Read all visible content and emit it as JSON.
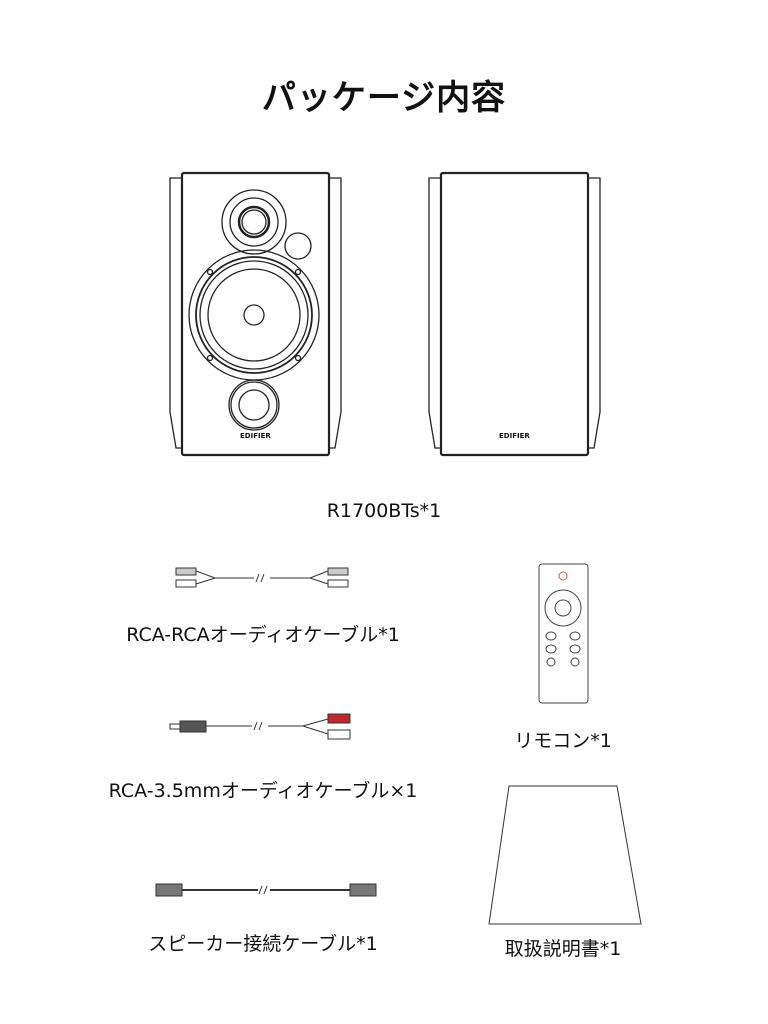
{
  "title": "パッケージ内容",
  "items": {
    "speakers": {
      "label": "R1700BTs*1",
      "brand": "EDIFIER"
    },
    "rca_cable": {
      "label": "RCA-RCAオーディオケーブル*1"
    },
    "remote": {
      "label": "リモコン*1",
      "power_color": "#d9534f"
    },
    "aux_cable": {
      "label": "RCA-3.5mmオーディオケーブル×1",
      "plug_color": "#c0282d"
    },
    "manual": {
      "label": "取扱説明書*1"
    },
    "speaker_cable": {
      "label": "スピーカー接続ケーブル*1"
    }
  }
}
